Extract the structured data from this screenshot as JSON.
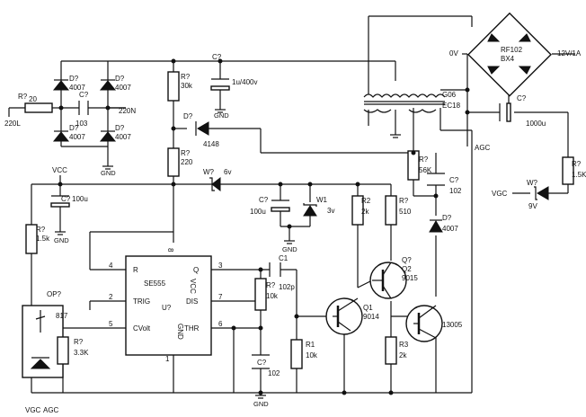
{
  "labels": {
    "r_in": "R?",
    "r_in_val": "20",
    "l220": "220L",
    "n220": "220N",
    "c103": "C?",
    "c103_val": "103",
    "d1": "D?",
    "d1_val": "4007",
    "d2": "D?",
    "d2_val": "4007",
    "d3": "D?",
    "d3_val": "4007",
    "d4": "D?",
    "d4_val": "4007",
    "gnd": "GND",
    "r30k": "R?",
    "r30k_val": "30k",
    "c_hv": "C?",
    "c_hv_val": "1u/400v",
    "d4148": "D?",
    "d4148_val": "4148",
    "r220": "R?",
    "r220_val": "220",
    "zd6": "W?",
    "zd6_val": "6v",
    "vcc": "VCC",
    "c100u": "C?",
    "c100u_val": "100u",
    "r15k_left": "R?",
    "r15k_left_val": "1.5k",
    "ic_ref": "SE555",
    "ic_u": "U?",
    "vcc_pin": "VCC",
    "gnd_pin": "GND",
    "pin_r": "R",
    "pin_trig": "TRIG",
    "pin_cvolt": "CVolt",
    "pin_q": "Q",
    "pin_dis": "DIS",
    "pin_thr": "THR",
    "pin4": "4",
    "pin2": "2",
    "pin5": "5",
    "pin3": "3",
    "pin7": "7",
    "pin6": "6",
    "pin8": "8",
    "pin1": "1",
    "opto": "OP?",
    "opto_val": "817",
    "r33k": "R?",
    "r33k_val": "3.3K",
    "vgc_bot": "VGC",
    "agc_bot": "AGC",
    "c100u2": "C?",
    "c100u2_val": "100u",
    "w1": "W1",
    "w1_val": "3v",
    "c1": "C1",
    "c1_val": "102p",
    "r10k_a": "R?",
    "r10k_a_val": "10k",
    "c102_low": "C?",
    "c102_low_val": "102",
    "r1": "R1",
    "r1_val": "10k",
    "r2": "R2",
    "r2_val": "2k",
    "r510": "R?",
    "r510_val": "510",
    "q1": "Q1",
    "q1_val": "9014",
    "q2": "Q?",
    "q2_ref": "Q2",
    "q2_val": "9015",
    "q3_val": "13005",
    "r3": "R3",
    "r3_val": "2k",
    "r56k": "R?",
    "r56k_val": "56K",
    "c102_mid": "C?",
    "c102_mid_val": "102",
    "d4007_mid": "D?",
    "d4007_mid_val": "4007",
    "transformer": "G06",
    "transformer_val": "EC18",
    "bridge": "RF102",
    "bridge_val": "BX4",
    "v0": "0V",
    "v12": "12V/1A",
    "agc_right": "AGC",
    "c1000u": "C?",
    "c1000u_val": "1000u",
    "r15k_right": "R?",
    "r15k_right_val": "1.5K",
    "zd9": "W?",
    "zd9_val": "9V",
    "vgc_right": "VGC"
  }
}
